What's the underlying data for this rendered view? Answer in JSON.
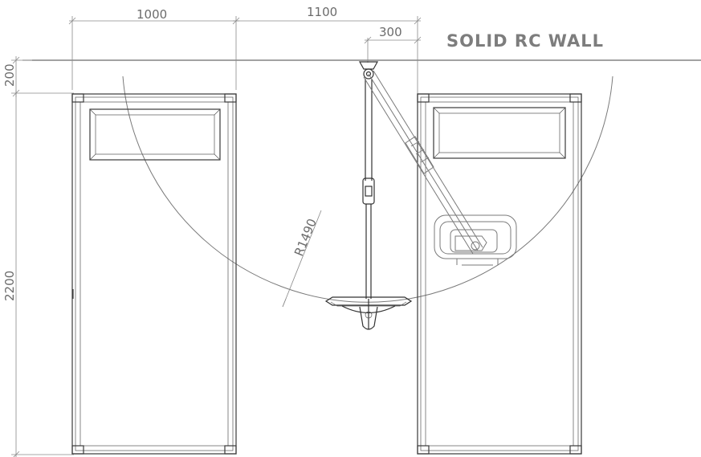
{
  "labels": {
    "wall_title": "SOLID RC WALL",
    "dim_bed_width": "1000",
    "dim_span": "1100",
    "dim_offset": "300",
    "dim_wall_gap": "200",
    "dim_bed_length": "2200",
    "dim_radius": "R1490"
  },
  "colors": {
    "line": "#333333",
    "dimension": "#8a8a8a",
    "title": "#7d7d7d"
  }
}
